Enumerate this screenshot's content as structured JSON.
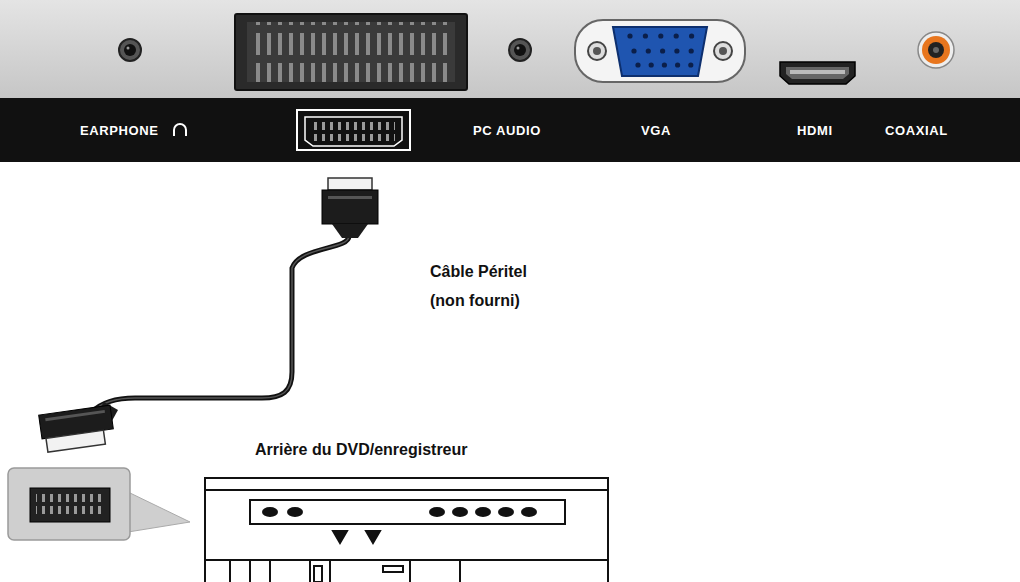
{
  "diagram": {
    "labels": [
      "EARPHONE",
      "PC AUDIO",
      "VGA",
      "HDMI",
      "COAXIAL",
      "Câble Péritel",
      "(non fourni)",
      "Arrière du DVD/enregistreur"
    ]
  }
}
